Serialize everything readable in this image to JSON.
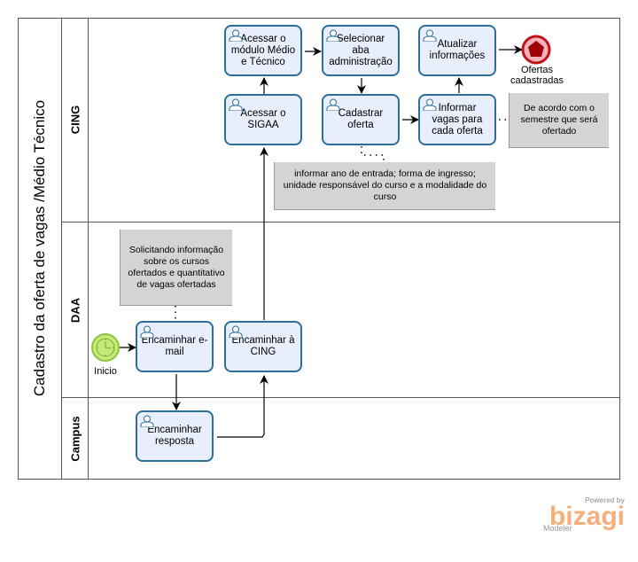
{
  "pool": {
    "title": "Cadastro da oferta de vagas /Médio Técnico"
  },
  "lanes": [
    {
      "name": "CING"
    },
    {
      "name": "DAA"
    },
    {
      "name": "Campus"
    }
  ],
  "tasks": {
    "acessar_modulo": "Acessar o módulo Médio e Técnico",
    "selecionar_aba": "Selecionar aba administração",
    "atualizar": "Atualizar informações",
    "acessar_sigaa": "Acessar o SIGAA",
    "cadastrar_oferta": "Cadastrar oferta",
    "informar_vagas": "Informar vagas para cada oferta",
    "encaminhar_email": "Encaminhar e-mail",
    "encaminhar_cing": "Encaminhar à CING",
    "encaminhar_resposta": "Encaminhar resposta"
  },
  "events": {
    "start": {
      "label": "Inicio",
      "type": "timer-start",
      "color": "#a8d84a"
    },
    "end": {
      "label": "Ofertas cadastradas",
      "type": "end",
      "color": "#c0131a"
    }
  },
  "annotations": {
    "cadastrar_note": "informar ano de entrada; forma de ingresso; unidade responsável do curso e a modalidade do curso",
    "vagas_note": "De acordo com o semestre que será ofertado",
    "email_note": "Solicitando informação sobre os cursos ofertados e quantitativo de vagas ofertadas"
  },
  "branding": {
    "powered_by": "Powered by",
    "name": "bizagi",
    "product": "Modeler",
    "color": "#f4b07c"
  },
  "colors": {
    "task_fill": "#e8eefb",
    "task_border": "#2d6e98",
    "note_fill": "#d4d4d4"
  }
}
